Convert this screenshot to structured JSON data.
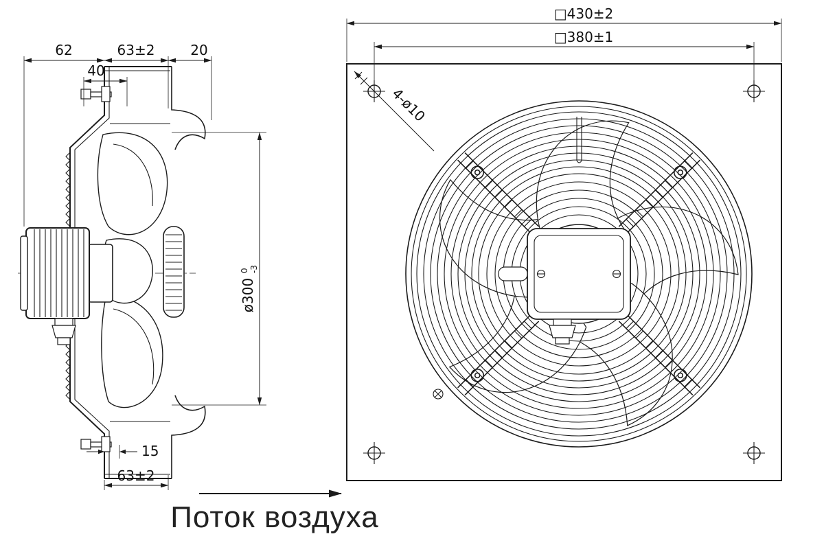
{
  "drawing_type": "axial-fan-technical-drawing",
  "annotations": {
    "airflow_label": "Поток воздуха"
  },
  "side_view": {
    "dim_motor_depth": "62",
    "dim_flange_top": "63±2",
    "dim_blade_offset": "20",
    "dim_bolt_position": "40",
    "dim_impeller_diameter": "ø300",
    "dim_impeller_tol_upper": "0",
    "dim_impeller_tol_lower": "-3",
    "dim_bottom_offset": "15",
    "dim_flange_bottom": "63±2"
  },
  "front_view": {
    "dim_plate_size": "□430±2",
    "dim_hole_spacing": "□380±1",
    "dim_mounting_holes": "4-ø10"
  },
  "colors": {
    "line": "#1c1c1c",
    "background": "#ffffff"
  }
}
